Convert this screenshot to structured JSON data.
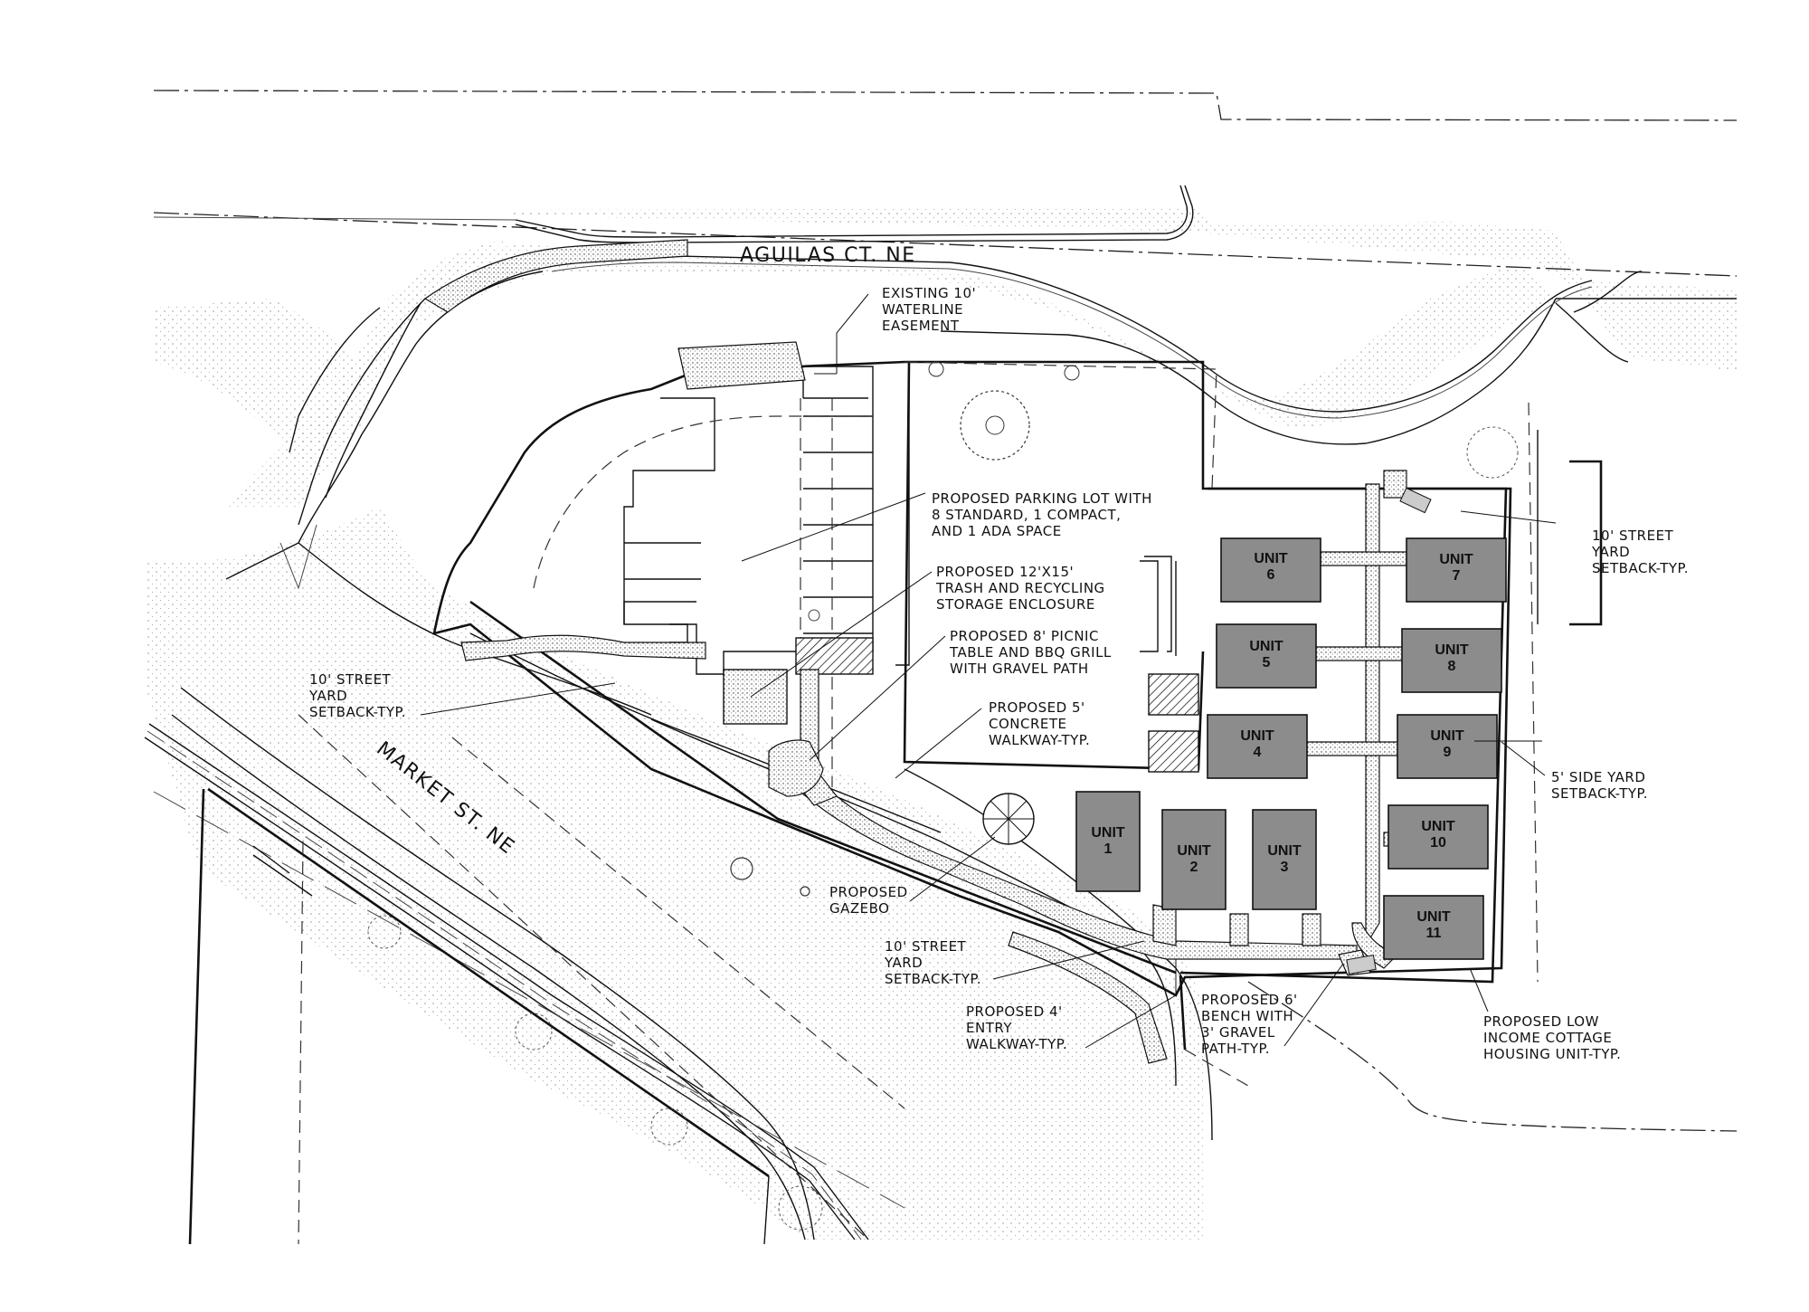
{
  "streets": {
    "aguilas": "AGUILAS CT. NE",
    "market": "MARKET ST. NE"
  },
  "units": [
    "UNIT",
    "1",
    "2",
    "3",
    "4",
    "5",
    "6",
    "7",
    "8",
    "9",
    "10",
    "11"
  ],
  "callouts": {
    "waterline": [
      "EXISTING 10'",
      "WATERLINE",
      "EASEMENT"
    ],
    "parking": [
      "PROPOSED PARKING LOT WITH",
      "8 STANDARD, 1 COMPACT,",
      "AND 1 ADA SPACE"
    ],
    "trash": [
      "PROPOSED 12'X15'",
      "TRASH AND RECYCLING",
      "STORAGE ENCLOSURE"
    ],
    "picnic": [
      "PROPOSED 8' PICNIC",
      "TABLE AND BBQ GRILL",
      "WITH GRAVEL PATH"
    ],
    "concrete_walk": [
      "PROPOSED 5'",
      "CONCRETE",
      "WALKWAY-TYP."
    ],
    "setback_left": [
      "10' STREET",
      "YARD",
      "SETBACK-TYP."
    ],
    "setback_right": [
      "10' STREET",
      "YARD",
      "SETBACK-TYP."
    ],
    "setback_bottom": [
      "10' STREET",
      "YARD",
      "SETBACK-TYP."
    ],
    "side_yard": [
      "5' SIDE YARD",
      "SETBACK-TYP."
    ],
    "gazebo": [
      "PROPOSED",
      "GAZEBO"
    ],
    "entry_walk": [
      "PROPOSED 4'",
      "ENTRY",
      "WALKWAY-TYP."
    ],
    "bench": [
      "PROPOSED 6'",
      "BENCH WITH",
      "3' GRAVEL",
      "PATH-TYP."
    ],
    "cottage": [
      "PROPOSED LOW",
      "INCOME COTTAGE",
      "HOUSING UNIT-TYP."
    ]
  }
}
